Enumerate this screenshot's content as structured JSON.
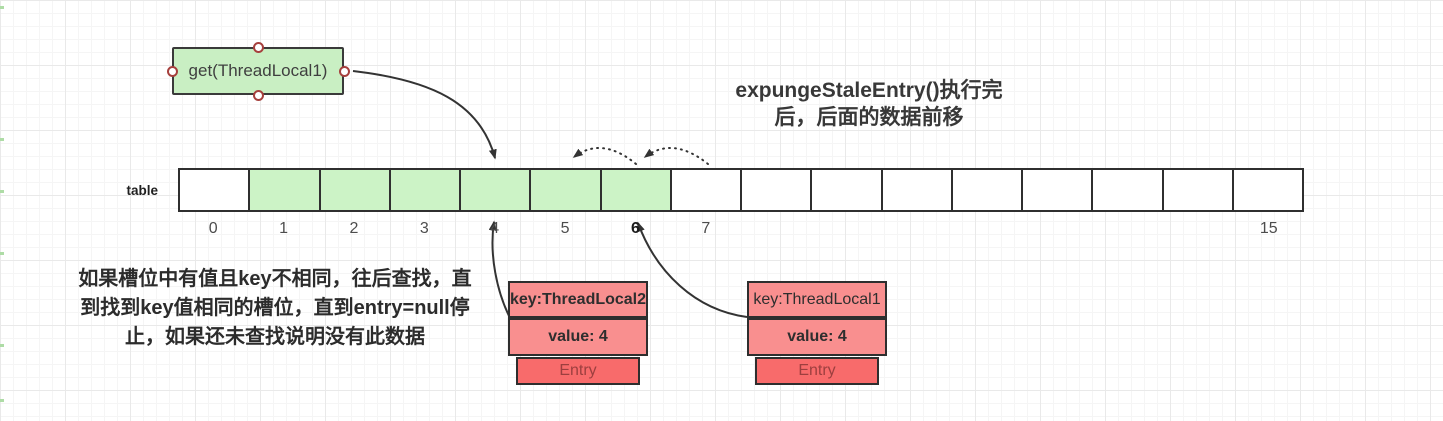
{
  "get_box": {
    "label": "get(ThreadLocal1)"
  },
  "title": {
    "line1": "expungeStaleEntry()执行完",
    "line2": "后，后面的数据前移"
  },
  "note": {
    "line1": "如果槽位中有值且key不相同，往后查找，直",
    "line2": "到找到key值相同的槽位，直到entry=null停",
    "line3": "止，如果还未查找说明没有此数据"
  },
  "table": {
    "label": "table",
    "slots": [
      {
        "index": "0",
        "filled": false,
        "bold": false
      },
      {
        "index": "1",
        "filled": true,
        "bold": false
      },
      {
        "index": "2",
        "filled": true,
        "bold": false
      },
      {
        "index": "3",
        "filled": true,
        "bold": false
      },
      {
        "index": "4",
        "filled": true,
        "bold": false
      },
      {
        "index": "5",
        "filled": true,
        "bold": false
      },
      {
        "index": "6",
        "filled": true,
        "bold": true
      },
      {
        "index": "7",
        "filled": false,
        "bold": false
      },
      {
        "index": "",
        "filled": false,
        "bold": false
      },
      {
        "index": "",
        "filled": false,
        "bold": false
      },
      {
        "index": "",
        "filled": false,
        "bold": false
      },
      {
        "index": "",
        "filled": false,
        "bold": false
      },
      {
        "index": "",
        "filled": false,
        "bold": false
      },
      {
        "index": "",
        "filled": false,
        "bold": false
      },
      {
        "index": "",
        "filled": false,
        "bold": false
      },
      {
        "index": "15",
        "filled": false,
        "bold": false
      }
    ]
  },
  "entries": [
    {
      "key": "key:ThreadLocal2",
      "key_bold": true,
      "value": "value: 4",
      "type_label": "Entry"
    },
    {
      "key": "key:ThreadLocal1",
      "key_bold": false,
      "value": "value: 4",
      "type_label": "Entry"
    }
  ],
  "colors": {
    "node_green": "#c9efc3",
    "slot_green": "#ccf3c6",
    "entry_pink": "#f98f8f",
    "entry_red": "#f86b6b",
    "entry_text_red": "#9d3f3f",
    "stroke_dark": "#2f2f2f",
    "handle_stroke": "#a6403d"
  },
  "artifacts": {
    "left_edge_ticks_y": [
      6,
      138,
      190,
      252,
      344,
      399
    ]
  }
}
